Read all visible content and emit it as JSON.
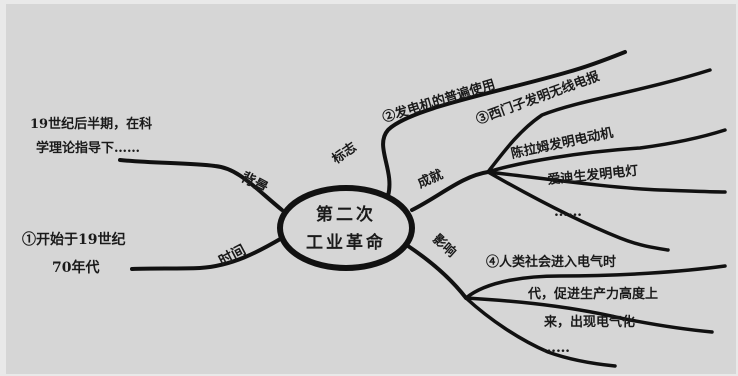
{
  "center": {
    "line1": "第二次",
    "line2": "工业革命"
  },
  "branches": {
    "background": {
      "label": "背景",
      "text_line1": "19世纪后半期，在科",
      "text_line2": "学理论指导下……"
    },
    "time": {
      "label": "时间",
      "text_line1": "①开始于19世纪",
      "text_line2": "70年代"
    },
    "sign": {
      "label": "标志",
      "text": "②发电机的普遍使用"
    },
    "achievements": {
      "label": "成就",
      "item1": "③西门子发明无线电报",
      "item2": "陈拉姆发明电动机",
      "item3": "爱迪生发明电灯",
      "item4": "……"
    },
    "impact": {
      "label": "影响",
      "text_line1": "④人类社会进入电气时",
      "text_line2": "代，促进生产力高度上",
      "text_line3": "来，出现电气化",
      "text_line4": "……"
    }
  }
}
